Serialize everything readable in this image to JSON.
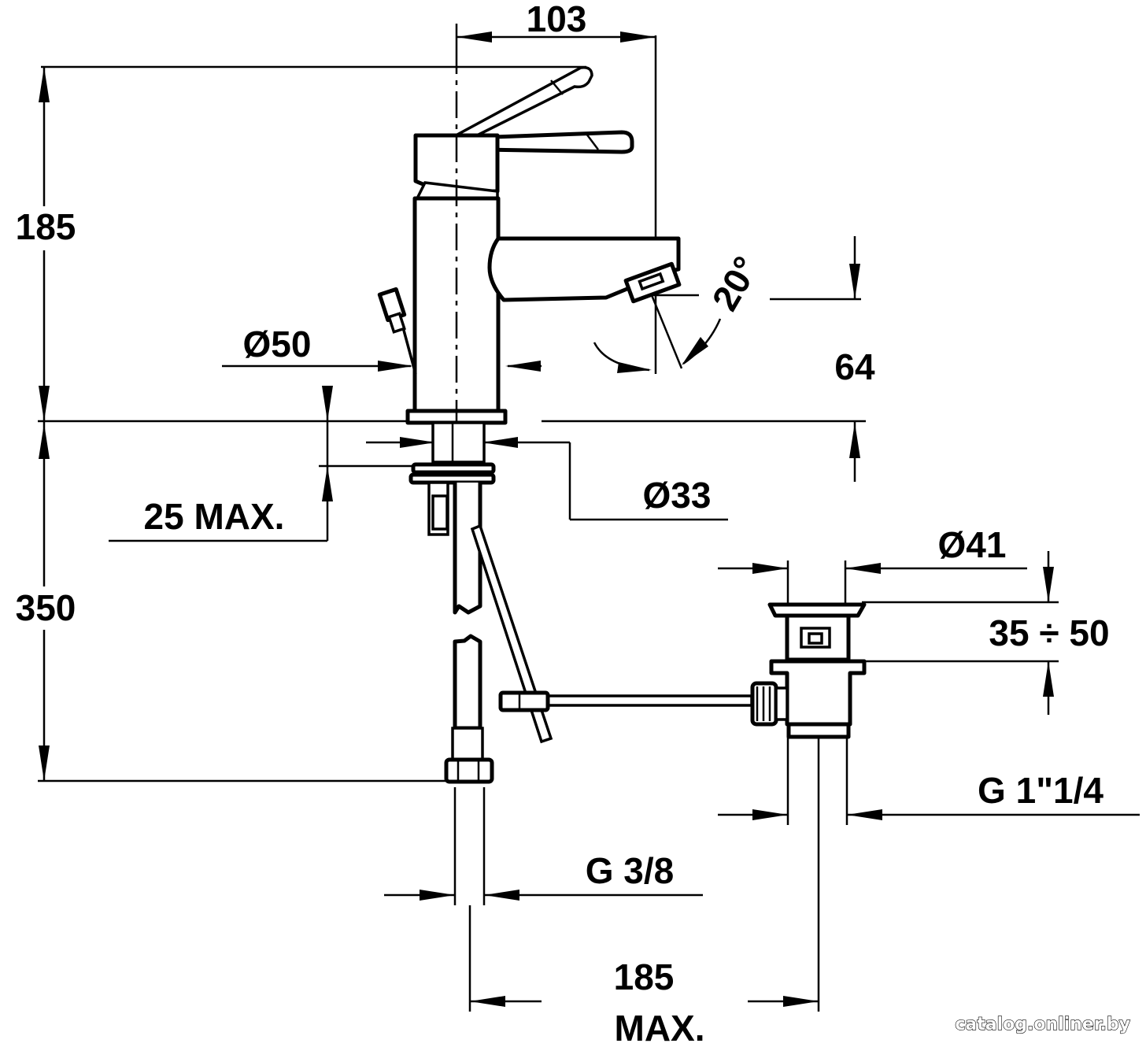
{
  "drawing": {
    "dimensions": {
      "width_top": "103",
      "height_upper": "185",
      "height_lower": "350",
      "diameter_body": "Ø50",
      "deck_thickness": "25 MAX.",
      "diameter_shank": "Ø33",
      "tilt_angle": "20°",
      "spout_height": "64",
      "diameter_drain": "Ø41",
      "drain_range": "35 ÷ 50",
      "drain_thread": "G 1\"1/4",
      "supply_thread": "G 3/8",
      "distance_value": "185",
      "distance_qualifier": "MAX."
    },
    "watermark": "catalog.onliner.by"
  }
}
